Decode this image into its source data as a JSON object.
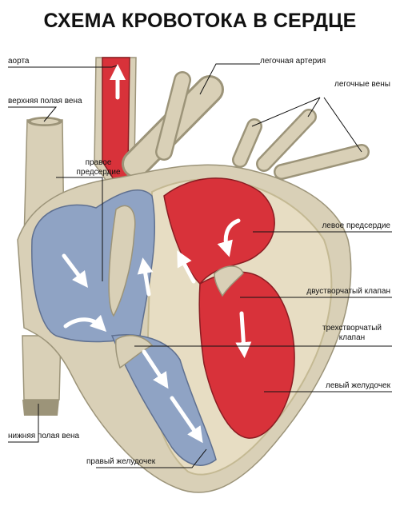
{
  "title": "СХЕМА КРОВОТОКА В СЕРДЦЕ",
  "labels": {
    "aorta": "аорта",
    "superior_vena_cava": "верхняя полая вена",
    "right_atrium_1": "правое",
    "right_atrium_2": "предсердие",
    "inferior_vena_cava": "нижняя полая вена",
    "right_ventricle": "правый желудочек",
    "pulmonary_artery": "легочная артерия",
    "pulmonary_veins": "легочные вены",
    "left_atrium": "левое предсердие",
    "bicuspid_valve": "двустворчатый клапан",
    "tricuspid_valve_1": "трехстворчатый",
    "tricuspid_valve_2": "клапан",
    "left_ventricle": "левый желудочек"
  },
  "colors": {
    "oxygenated": "#d8323a",
    "deoxygenated": "#8fa3c4",
    "tissue": "#d9d0b7",
    "tissue_dark": "#9c9479",
    "arrow": "#ffffff"
  }
}
